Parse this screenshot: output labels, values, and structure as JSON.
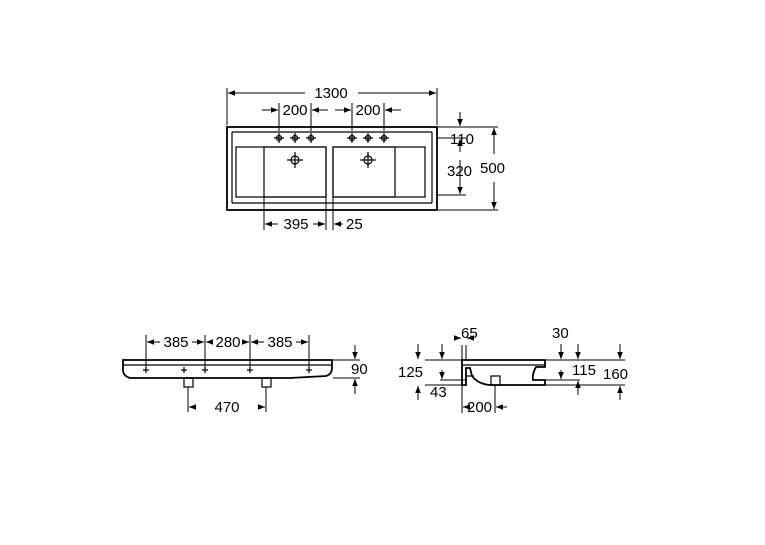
{
  "top_view": {
    "overall_width": "1300",
    "tap_spacing_left": "200",
    "tap_spacing_right": "200",
    "depth_to_taps": "110",
    "depth_to_drain": "320",
    "overall_depth": "500",
    "bowl_width": "395",
    "bowl_gap": "25"
  },
  "front_view": {
    "left_spacing": "385",
    "center_spacing": "280",
    "right_spacing": "385",
    "height": "90",
    "drain_spacing": "470"
  },
  "side_view": {
    "top_offset": "65",
    "right_offset": "30",
    "left_height": "125",
    "inner_height": "115",
    "overall_height": "160",
    "bottom_offset": "43",
    "drain_offset": "200"
  }
}
